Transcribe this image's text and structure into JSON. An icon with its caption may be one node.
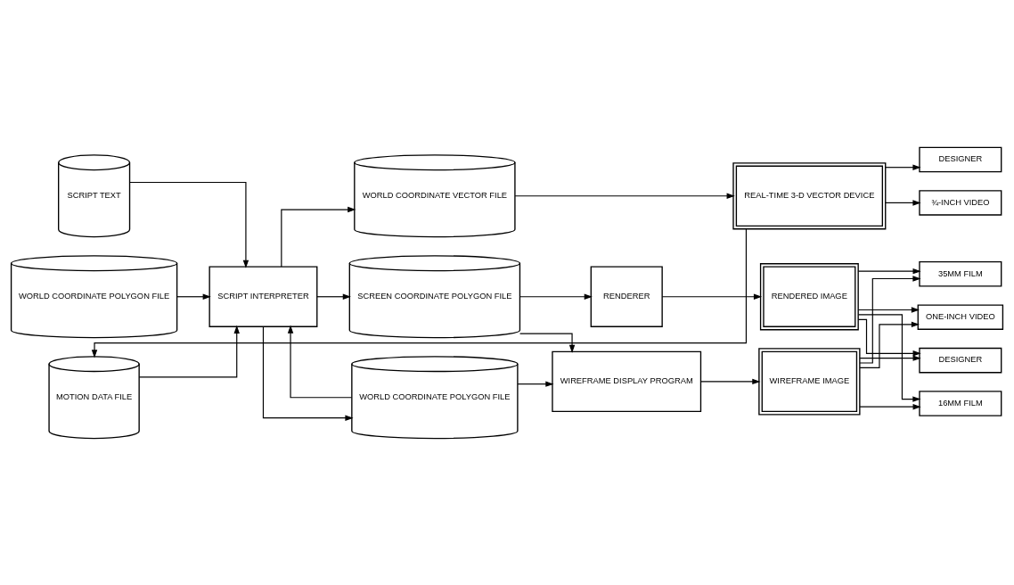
{
  "diagram": {
    "nodes": [
      {
        "text": [
          "SCRIPT TEXT"
        ]
      },
      {
        "text": [
          "WORLD COORDINATE POLYGON FILE"
        ]
      },
      {
        "text": [
          "MOTION DATA FILE"
        ]
      },
      {
        "text": [
          "SCRIPT INTERPRETER"
        ]
      },
      {
        "text": [
          "WORLD COORDINATE POLYGON FILE"
        ]
      },
      {
        "text": [
          "SCREEN COORDINATE POLYGON FILE"
        ]
      },
      {
        "text": [
          "WORLD COORDINATE VECTOR FILE"
        ]
      },
      {
        "text": [
          "WIREFRAME DISPLAY PROGRAM"
        ]
      },
      {
        "text": [
          "RENDERER"
        ]
      },
      {
        "text": [
          "WIREFRAME IMAGE"
        ]
      },
      {
        "text": [
          "RENDERED IMAGE"
        ]
      },
      {
        "text": [
          "REAL-TIME 3-D VECTOR DEVICE"
        ]
      },
      {
        "text": [
          "DESIGNER"
        ]
      },
      {
        "text": [
          "16MM FILM"
        ]
      },
      {
        "text": [
          "35MM FILM"
        ]
      },
      {
        "text": [
          "ONE-INCH VIDEO"
        ]
      },
      {
        "text": [
          "DESIGNER"
        ]
      },
      {
        "text": [
          "¾-INCH VIDEO"
        ]
      }
    ],
    "edges": [
      {
        "from": 0,
        "to": 3,
        "arrow": "to"
      },
      {
        "from": 1,
        "to": 3,
        "arrow": "to"
      },
      {
        "from": 2,
        "to": 3,
        "arrow": "to"
      },
      {
        "from": 3,
        "to": 4,
        "arrow": "to"
      },
      {
        "from": 3,
        "to": 5,
        "arrow": "to"
      },
      {
        "from": 3,
        "to": 6,
        "arrow": "to"
      },
      {
        "from": 4,
        "to": 3,
        "arrow": "to"
      },
      {
        "from": 4,
        "to": 7,
        "arrow": "to"
      },
      {
        "from": 5,
        "to": 7,
        "arrow": "to"
      },
      {
        "from": 5,
        "to": 8,
        "arrow": "to"
      },
      {
        "from": 7,
        "to": 9,
        "arrow": "to"
      },
      {
        "from": 8,
        "to": 10,
        "arrow": "to"
      },
      {
        "from": 9,
        "to": 12,
        "arrow": "to"
      },
      {
        "from": 9,
        "to": 13,
        "arrow": "to"
      },
      {
        "from": 9,
        "to": 14,
        "arrow": "to"
      },
      {
        "from": 9,
        "to": 15,
        "arrow": "to"
      },
      {
        "from": 10,
        "to": 12,
        "arrow": "to"
      },
      {
        "from": 10,
        "to": 13,
        "arrow": "to"
      },
      {
        "from": 10,
        "to": 14,
        "arrow": "to"
      },
      {
        "from": 10,
        "to": 15,
        "arrow": "to"
      },
      {
        "from": 6,
        "to": 11,
        "arrow": "to"
      },
      {
        "from": 11,
        "to": 16,
        "arrow": "to"
      },
      {
        "from": 11,
        "to": 17,
        "arrow": "to"
      },
      {
        "from": 11,
        "to": 2,
        "arrow": "to"
      }
    ]
  }
}
